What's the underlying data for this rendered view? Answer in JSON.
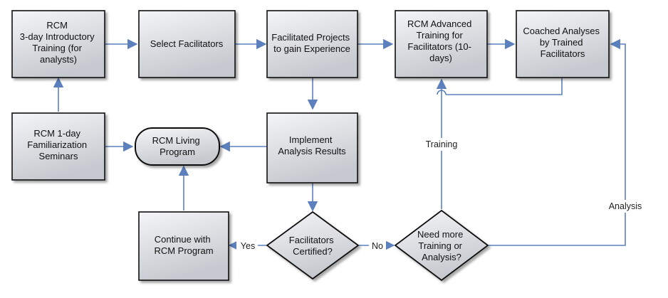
{
  "diagram": {
    "nodes": {
      "intro_training": {
        "lines": [
          "RCM",
          "3-day Introductory",
          "Training (for",
          "analysts)"
        ]
      },
      "select_facilitators": {
        "lines": [
          "Select Facilitators"
        ]
      },
      "facilitated_projects": {
        "lines": [
          "Facilitated Projects",
          "to gain Experience"
        ]
      },
      "advanced_training": {
        "lines": [
          "RCM Advanced",
          "Training for",
          "Facilitators (10-",
          "days)"
        ]
      },
      "coached_analyses": {
        "lines": [
          "Coached Analyses",
          "by Trained",
          "Facilitators"
        ]
      },
      "familiarization": {
        "lines": [
          "RCM 1-day",
          "Familiarization",
          "Seminars"
        ]
      },
      "living_program": {
        "lines": [
          "RCM Living",
          "Program"
        ]
      },
      "implement_results": {
        "lines": [
          "Implement",
          "Analysis Results"
        ]
      },
      "continue_program": {
        "lines": [
          "Continue with",
          "RCM Program"
        ]
      },
      "facilitators_certified": {
        "lines": [
          "Facilitators",
          "Certified?"
        ]
      },
      "need_more": {
        "lines": [
          "Need more",
          "Training or",
          "Analysis?"
        ]
      }
    },
    "edge_labels": {
      "yes": "Yes",
      "no": "No",
      "training": "Training",
      "analysis": "Analysis"
    }
  },
  "colors": {
    "box_fill_top": "#f3f4f6",
    "box_fill_bottom": "#c9ccd2",
    "box_border": "#111111",
    "arrow": "#5b80bd"
  }
}
